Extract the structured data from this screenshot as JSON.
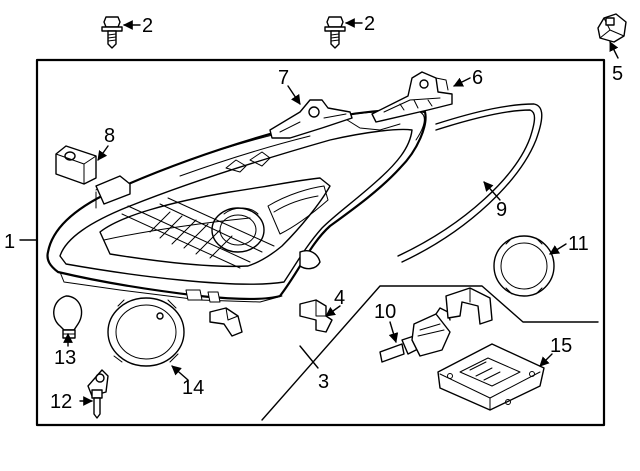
{
  "callouts": [
    {
      "id": "c2a",
      "text": "2"
    },
    {
      "id": "c2b",
      "text": "2"
    },
    {
      "id": "c5",
      "text": "5"
    },
    {
      "id": "c7",
      "text": "7"
    },
    {
      "id": "c6",
      "text": "6"
    },
    {
      "id": "c8",
      "text": "8"
    },
    {
      "id": "c1",
      "text": "1"
    },
    {
      "id": "c9",
      "text": "9"
    },
    {
      "id": "c11",
      "text": "11"
    },
    {
      "id": "c4",
      "text": "4"
    },
    {
      "id": "c10",
      "text": "10"
    },
    {
      "id": "c3",
      "text": "3"
    },
    {
      "id": "c15",
      "text": "15"
    },
    {
      "id": "c13",
      "text": "13"
    },
    {
      "id": "c14",
      "text": "14"
    },
    {
      "id": "c12",
      "text": "12"
    }
  ]
}
